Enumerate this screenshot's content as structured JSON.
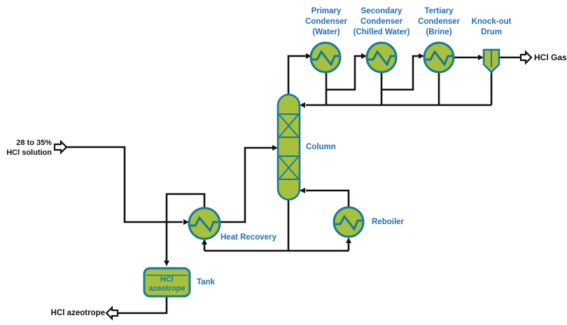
{
  "colors": {
    "vessel_fill": "#a8c13c",
    "vessel_stroke": "#17799c",
    "label_blue": "#2170b8",
    "line_black": "#111111",
    "background": "#ffffff"
  },
  "icons": {
    "heat_exchanger": "circle-with-zigzag-icon",
    "column": "packed-column-vessel-icon",
    "knockout_drum": "pointed-bottom-vessel-icon",
    "tank": "rounded-rectangle-vessel-icon",
    "flow_arrowhead": "solid-black-triangle",
    "boundary_arrow": "hollow-block-arrow"
  },
  "labels": {
    "primary_condenser": [
      "Primary",
      "Condenser",
      "(Water)"
    ],
    "secondary_condenser": [
      "Secondary",
      "Condenser",
      "(Chilled Water)"
    ],
    "tertiary_condenser": [
      "Tertiary",
      "Condenser",
      "(Brine)"
    ],
    "knockout_drum": [
      "Knock-out",
      "Drum"
    ],
    "column": "Column",
    "heat_recovery": "Heat Recovery",
    "reboiler": "Reboiler",
    "tank": "Tank",
    "tank_contents": [
      "HCl",
      "azeotrope"
    ],
    "feed": [
      "28 to 35%",
      "HCl solution"
    ],
    "hcl_gas": "HCl Gas",
    "hcl_azeotrope": "HCl azeotrope"
  }
}
